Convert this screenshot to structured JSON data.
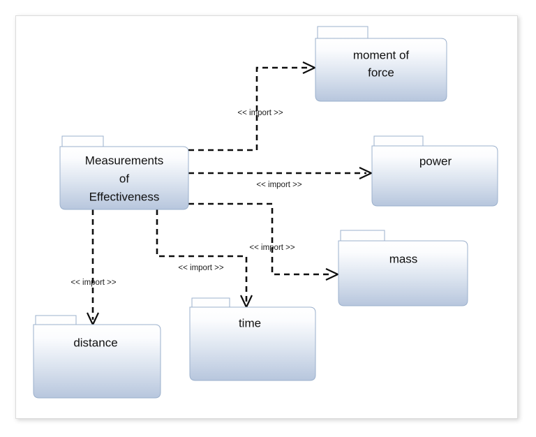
{
  "diagram": {
    "type": "uml-package-diagram",
    "canvas": {
      "background_color": "#ffffff",
      "border_color": "#dcdcdc"
    },
    "style": {
      "package_fill_top": "#ffffff",
      "package_fill_bottom": "#b9c8de",
      "package_border": "#9bb0cc",
      "connector_color": "#0d0d0d",
      "label_color": "#101010"
    },
    "packages": [
      {
        "id": "moment-of-force",
        "name": "moment of force",
        "line1": "moment of",
        "line2": "force"
      },
      {
        "id": "power",
        "name": "power",
        "line1": "power",
        "line2": ""
      },
      {
        "id": "measurements-of-effectiveness",
        "name": "Measurements of Effectiveness",
        "line1": "Measurements",
        "line2": "of",
        "line3": "Effectiveness"
      },
      {
        "id": "mass",
        "name": "mass",
        "line1": "mass",
        "line2": ""
      },
      {
        "id": "time",
        "name": "time",
        "line1": "time",
        "line2": ""
      },
      {
        "id": "distance",
        "name": "distance",
        "line1": "distance",
        "line2": ""
      }
    ],
    "connectors": [
      {
        "id": "moe-to-moment-of-force",
        "source": "measurements-of-effectiveness",
        "target": "moment-of-force",
        "stereotype": "<< import >>"
      },
      {
        "id": "moe-to-power",
        "source": "measurements-of-effectiveness",
        "target": "power",
        "stereotype": "<< import >>"
      },
      {
        "id": "moe-to-mass",
        "source": "measurements-of-effectiveness",
        "target": "mass",
        "stereotype": "<< import >>"
      },
      {
        "id": "moe-to-time",
        "source": "measurements-of-effectiveness",
        "target": "time",
        "stereotype": "<< import >>"
      },
      {
        "id": "moe-to-distance",
        "source": "measurements-of-effectiveness",
        "target": "distance",
        "stereotype": "<< import >>"
      }
    ]
  }
}
